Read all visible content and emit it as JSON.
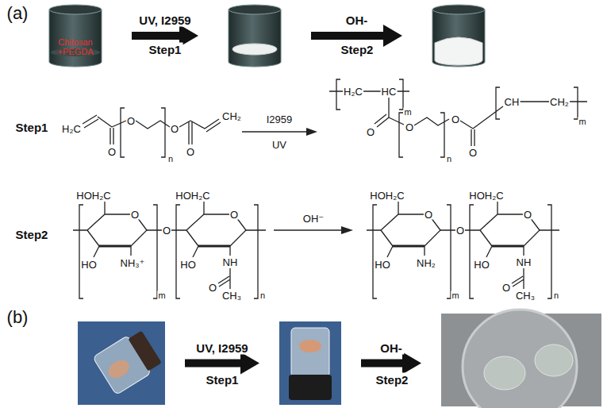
{
  "diagram": {
    "nodes": [
      {
        "text": [
          "Chitosan +PEGDA"
        ]
      },
      {
        "text": []
      },
      {
        "text": []
      },
      {
        "text": []
      },
      {
        "text": []
      },
      {
        "text": []
      }
    ],
    "edges": [
      {
        "from": 0,
        "to": 1,
        "label": "UV, I2959",
        "arrow": "to"
      },
      {
        "from": 1,
        "to": 2,
        "label": "OH-",
        "arrow": "to"
      },
      {
        "from": 3,
        "to": 4,
        "label": "UV, I2959",
        "arrow": "to"
      },
      {
        "from": 4,
        "to": 5,
        "label": "OH-",
        "arrow": "to"
      }
    ],
    "labels": [
      "(a)",
      "Step1",
      "Step2",
      "Step1",
      "H₂C",
      "O",
      "O",
      "n",
      "O",
      "O",
      "CH₂",
      "I2959",
      "UV",
      "H₂C",
      "HC",
      "m",
      "O",
      "O",
      "n",
      "O",
      "O",
      "CH",
      "CH₂",
      "m",
      "Step2",
      "HOH₂C",
      "O",
      "HO",
      "NH₃⁺",
      "m",
      "O",
      "HOH₂C",
      "O",
      "HO",
      "NH",
      "O",
      "CH₃",
      "n",
      "OH⁻",
      "HOH₂C",
      "O",
      "HO",
      "NH₂",
      "m",
      "O",
      "HOH₂C",
      "O",
      "HO",
      "NH",
      "O",
      "CH₃",
      "n",
      "(b)",
      "Step1",
      "Step2"
    ]
  }
}
